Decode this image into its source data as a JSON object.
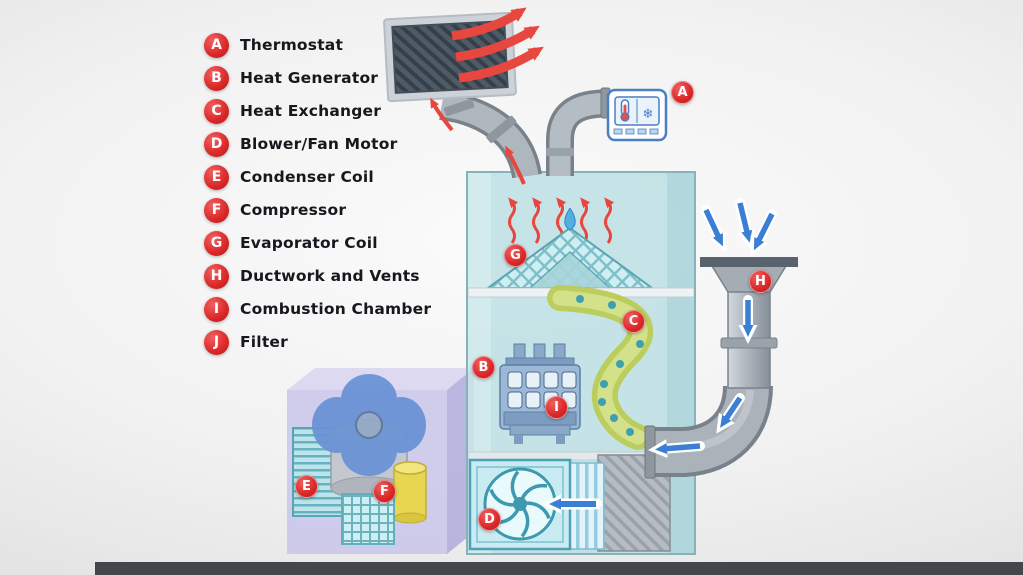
{
  "legend": {
    "items": [
      {
        "letter": "A",
        "label": "Thermostat"
      },
      {
        "letter": "B",
        "label": "Heat Generator"
      },
      {
        "letter": "C",
        "label": "Heat Exchanger"
      },
      {
        "letter": "D",
        "label": "Blower/Fan Motor"
      },
      {
        "letter": "E",
        "label": "Condenser Coil"
      },
      {
        "letter": "F",
        "label": "Compressor"
      },
      {
        "letter": "G",
        "label": "Evaporator Coil"
      },
      {
        "letter": "H",
        "label": "Ductwork and Vents"
      },
      {
        "letter": "I",
        "label": "Combustion Chamber"
      },
      {
        "letter": "J",
        "label": "Filter"
      }
    ]
  },
  "diagram": {
    "markers": [
      {
        "letter": "A",
        "component": "Thermostat"
      },
      {
        "letter": "B",
        "component": "Heat Generator"
      },
      {
        "letter": "C",
        "component": "Heat Exchanger"
      },
      {
        "letter": "D",
        "component": "Blower/Fan Motor"
      },
      {
        "letter": "E",
        "component": "Condenser Coil"
      },
      {
        "letter": "F",
        "component": "Compressor"
      },
      {
        "letter": "G",
        "component": "Evaporator Coil"
      },
      {
        "letter": "H",
        "component": "Ductwork and Vents"
      },
      {
        "letter": "I",
        "component": "Combustion Chamber"
      }
    ],
    "icons": {
      "snowflake": "❄"
    },
    "colors": {
      "badge_red": "#DA2727",
      "hot_air_red": "#E8473F",
      "cold_air_blue": "#3B7FD4",
      "furnace_teal": "#BCE0E4",
      "duct_gray": "#AAB2BA",
      "heat_exchanger_green": "#CBD972",
      "compressor_yellow": "#E8D550",
      "condenser_purple": "#C4BFE9",
      "thermostat_blue": "#4A7FC1"
    }
  }
}
